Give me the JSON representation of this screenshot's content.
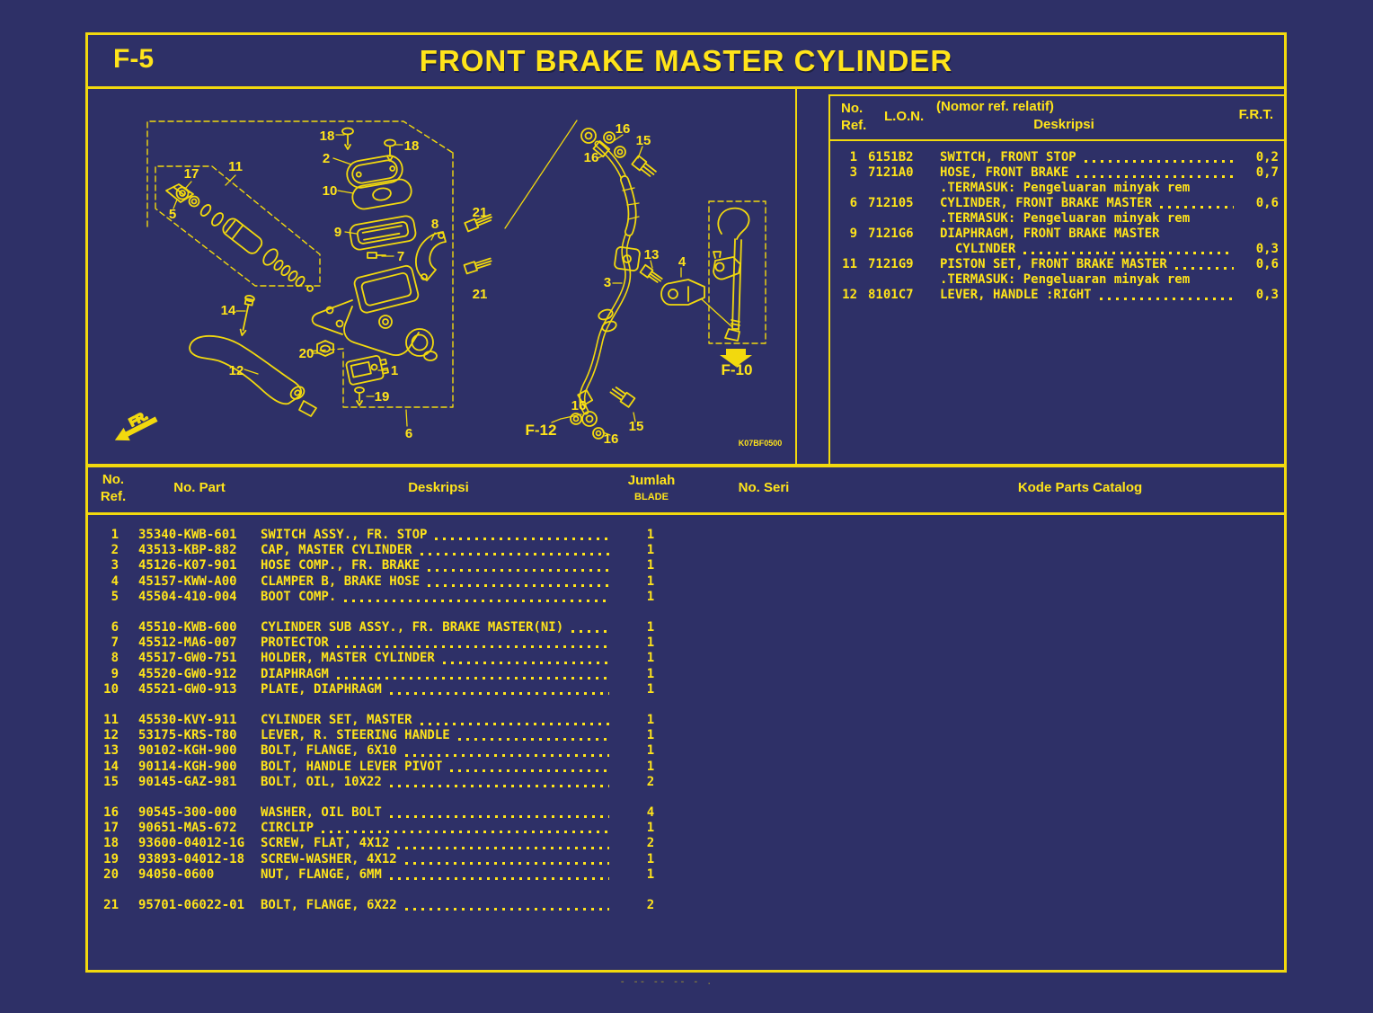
{
  "page": {
    "code": "F-5",
    "title": "FRONT BRAKE MASTER CYLINDER"
  },
  "colors": {
    "background": "#2e3067",
    "line": "#f2d90e",
    "text": "#ffe41a"
  },
  "ref_table": {
    "headers": {
      "no": "No.",
      "ref": "Ref.",
      "lon": "L.O.N.",
      "nomor": "(Nomor ref. relatif)",
      "deskripsi": "Deskripsi",
      "frt": "F.R.T."
    },
    "rows": [
      {
        "ref": "1",
        "lon": "6151B2",
        "lines": [
          {
            "text": "SWITCH, FRONT STOP",
            "dots": true,
            "frt": "0,2"
          }
        ]
      },
      {
        "ref": "3",
        "lon": "7121A0",
        "lines": [
          {
            "text": "HOSE, FRONT BRAKE",
            "dots": true,
            "frt": "0,7"
          },
          {
            "text": ".TERMASUK: Pengeluaran minyak rem"
          }
        ]
      },
      {
        "ref": "6",
        "lon": "712105",
        "lines": [
          {
            "text": "CYLINDER, FRONT BRAKE MASTER",
            "dots": true,
            "frt": "0,6"
          },
          {
            "text": ".TERMASUK: Pengeluaran minyak rem"
          }
        ]
      },
      {
        "ref": "9",
        "lon": "7121G6",
        "lines": [
          {
            "text": "DIAPHRAGM, FRONT BRAKE MASTER"
          },
          {
            "text": "  CYLINDER",
            "dots": true,
            "frt": "0,3"
          }
        ]
      },
      {
        "ref": "11",
        "lon": "7121G9",
        "lines": [
          {
            "text": "PISTON SET, FRONT BRAKE MASTER",
            "dots": true,
            "frt": "0,6"
          },
          {
            "text": ".TERMASUK: Pengeluaran minyak rem"
          }
        ]
      },
      {
        "ref": "12",
        "lon": "8101C7",
        "lines": [
          {
            "text": "LEVER, HANDLE :RIGHT",
            "dots": true,
            "frt": "0,3"
          }
        ]
      }
    ]
  },
  "parts_table": {
    "headers": {
      "no": "No.",
      "ref": "Ref.",
      "part": "No. Part",
      "deskripsi": "Deskripsi",
      "jumlah": "Jumlah",
      "blade": "BLADE",
      "seri": "No. Seri",
      "kode": "Kode Parts Catalog"
    },
    "groups": [
      [
        {
          "ref": "1",
          "part": "35340-KWB-601",
          "desc": "SWITCH ASSY., FR. STOP",
          "qty": "1"
        },
        {
          "ref": "2",
          "part": "43513-KBP-882",
          "desc": "CAP, MASTER CYLINDER",
          "qty": "1"
        },
        {
          "ref": "3",
          "part": "45126-K07-901",
          "desc": "HOSE COMP., FR. BRAKE",
          "qty": "1"
        },
        {
          "ref": "4",
          "part": "45157-KWW-A00",
          "desc": "CLAMPER B, BRAKE HOSE",
          "qty": "1"
        },
        {
          "ref": "5",
          "part": "45504-410-004",
          "desc": "BOOT COMP.",
          "qty": "1"
        }
      ],
      [
        {
          "ref": "6",
          "part": "45510-KWB-600",
          "desc": "CYLINDER SUB ASSY., FR. BRAKE MASTER(NI)",
          "qty": "1"
        },
        {
          "ref": "7",
          "part": "45512-MA6-007",
          "desc": "PROTECTOR",
          "qty": "1"
        },
        {
          "ref": "8",
          "part": "45517-GW0-751",
          "desc": "HOLDER, MASTER CYLINDER",
          "qty": "1"
        },
        {
          "ref": "9",
          "part": "45520-GW0-912",
          "desc": "DIAPHRAGM",
          "qty": "1"
        },
        {
          "ref": "10",
          "part": "45521-GW0-913",
          "desc": "PLATE, DIAPHRAGM",
          "qty": "1"
        }
      ],
      [
        {
          "ref": "11",
          "part": "45530-KVY-911",
          "desc": "CYLINDER SET, MASTER",
          "qty": "1"
        },
        {
          "ref": "12",
          "part": "53175-KRS-T80",
          "desc": "LEVER, R. STEERING HANDLE",
          "qty": "1"
        },
        {
          "ref": "13",
          "part": "90102-KGH-900",
          "desc": "BOLT, FLANGE, 6X10",
          "qty": "1"
        },
        {
          "ref": "14",
          "part": "90114-KGH-900",
          "desc": "BOLT, HANDLE LEVER PIVOT",
          "qty": "1"
        },
        {
          "ref": "15",
          "part": "90145-GAZ-981",
          "desc": "BOLT, OIL, 10X22",
          "qty": "2"
        }
      ],
      [
        {
          "ref": "16",
          "part": "90545-300-000",
          "desc": "WASHER, OIL BOLT",
          "qty": "4"
        },
        {
          "ref": "17",
          "part": "90651-MA5-672",
          "desc": "CIRCLIP",
          "qty": "1"
        },
        {
          "ref": "18",
          "part": "93600-04012-1G",
          "desc": "SCREW, FLAT, 4X12",
          "qty": "2"
        },
        {
          "ref": "19",
          "part": "93893-04012-18",
          "desc": "SCREW-WASHER, 4X12",
          "qty": "1"
        },
        {
          "ref": "20",
          "part": "94050-0600",
          "desc": "NUT, FLANGE, 6MM",
          "qty": "1"
        }
      ],
      [
        {
          "ref": "21",
          "part": "95701-06022-01",
          "desc": "BOLT, FLANGE, 6X22",
          "qty": "2"
        }
      ]
    ]
  },
  "diagram": {
    "labels": [
      "18",
      "18",
      "2",
      "10",
      "9",
      "7",
      "8",
      "21",
      "21",
      "17",
      "11",
      "5",
      "14",
      "12",
      "20",
      "1",
      "19",
      "6",
      "16",
      "15",
      "16",
      "3",
      "13",
      "4",
      "16",
      "15",
      "16",
      "F-12",
      "F-10",
      "K07BF0500",
      "FR."
    ]
  },
  "footer": {
    "marks": "- -- -- -- - ."
  }
}
